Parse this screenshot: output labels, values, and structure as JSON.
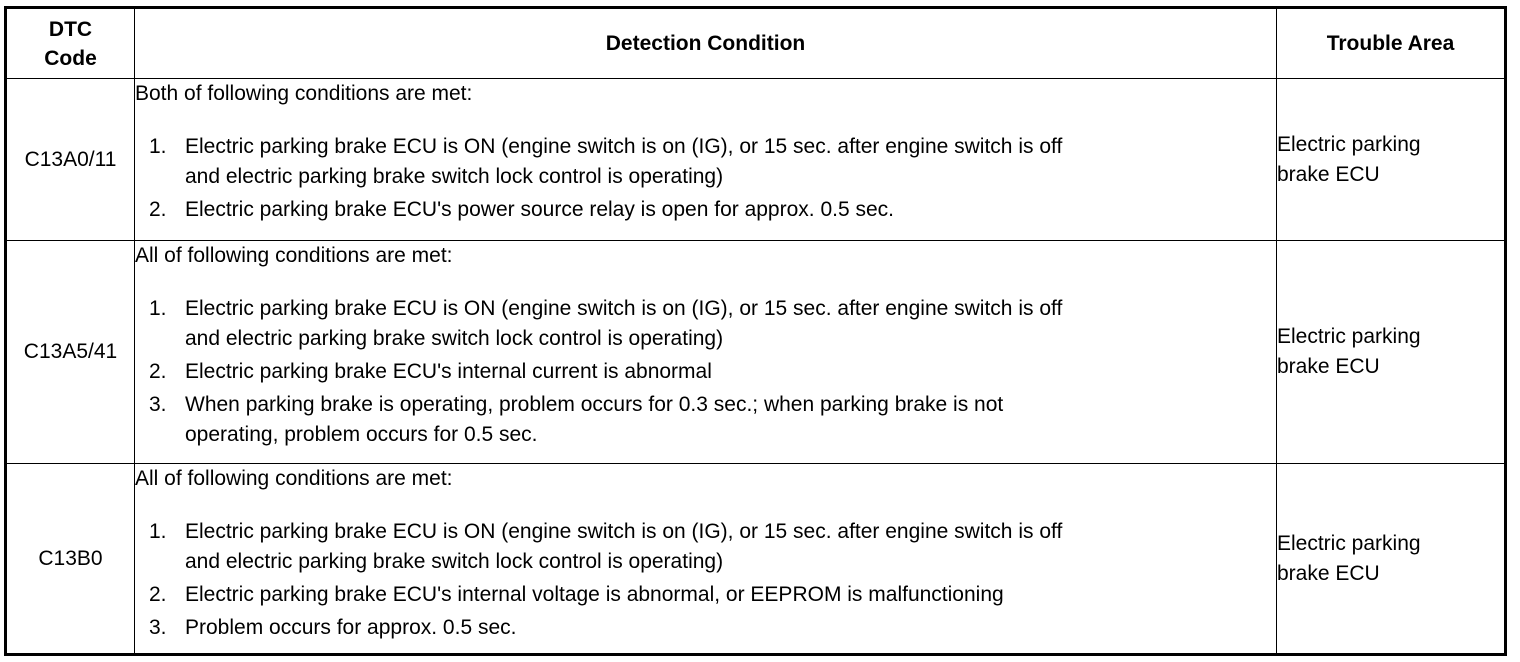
{
  "headers": {
    "code": "DTC\nCode",
    "code_line1": "DTC",
    "code_line2": "Code",
    "condition": "Detection Condition",
    "area": "Trouble Area"
  },
  "rows": [
    {
      "code": "C13A0/11",
      "lead": "Both of following conditions are met:",
      "items": [
        [
          "1.",
          "Electric parking brake ECU is ON (engine switch is on (IG), or 15 sec. after engine switch is off",
          "and electric parking brake switch lock control is operating)"
        ],
        [
          "2.",
          "Electric parking brake ECU's power source relay is open for approx. 0.5 sec."
        ]
      ],
      "area": [
        "Electric parking",
        "brake ECU"
      ]
    },
    {
      "code": "C13A5/41",
      "lead": "All of following conditions are met:",
      "items": [
        [
          "1.",
          "Electric parking brake ECU is ON (engine switch is on (IG), or 15 sec. after engine switch is off",
          "and electric parking brake switch lock control is operating)"
        ],
        [
          "2.",
          "Electric parking brake ECU's internal current is abnormal"
        ],
        [
          "3.",
          "When parking brake is operating, problem occurs for 0.3 sec.; when parking brake is not",
          "operating, problem occurs for 0.5 sec."
        ]
      ],
      "area": [
        "Electric parking",
        "brake ECU"
      ]
    },
    {
      "code": "C13B0",
      "lead": "All of following conditions are met:",
      "items": [
        [
          "1.",
          "Electric parking brake ECU is ON (engine switch is on (IG), or 15 sec. after engine switch is off",
          "and electric parking brake switch lock control is operating)"
        ],
        [
          "2.",
          "Electric parking brake ECU's internal voltage is abnormal, or EEPROM is malfunctioning"
        ],
        [
          "3.",
          "Problem occurs for approx. 0.5 sec."
        ]
      ],
      "area": [
        "Electric parking",
        "brake ECU"
      ]
    }
  ]
}
